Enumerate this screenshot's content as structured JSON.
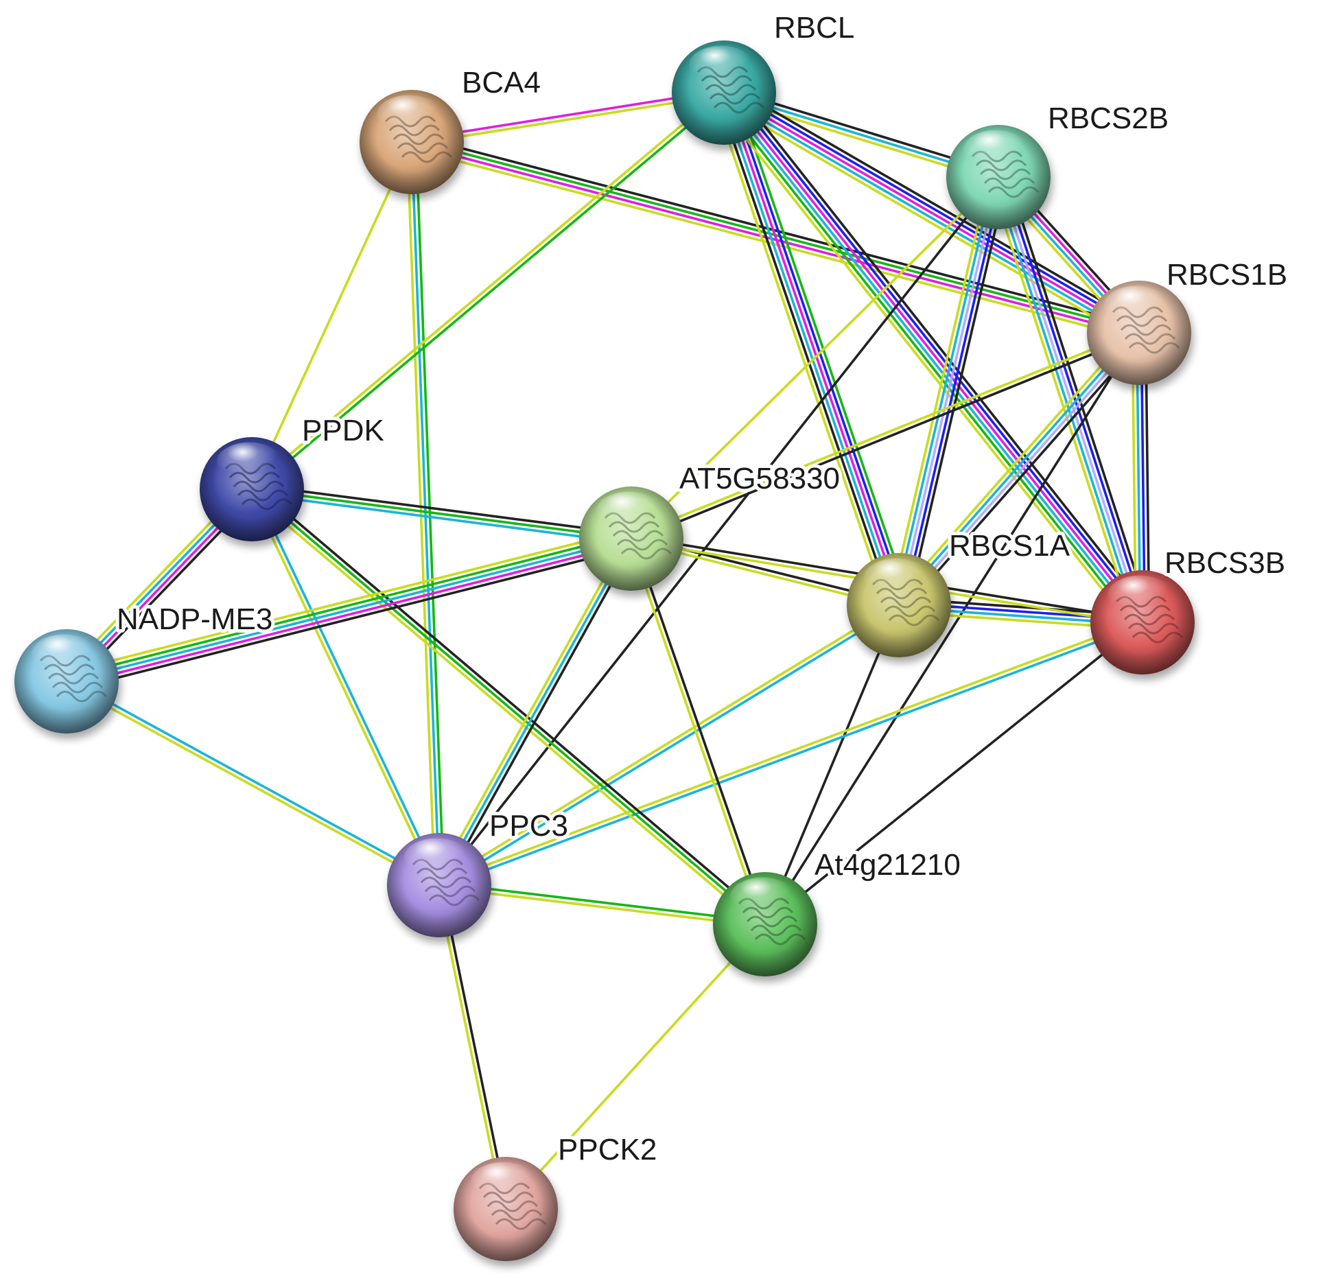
{
  "edge_colors": {
    "coexpression": "#222222",
    "textmining": "#c8dc1e",
    "database": "#1ab5d6",
    "neighborhood": "#14b814",
    "experiments": "#e11ee1",
    "gene_fusion": "#1e1ef0",
    "homology": "#a6a6ff"
  },
  "nodes": [
    {
      "id": "RBCL",
      "label": "RBCL",
      "color": "#3aa9a4"
    },
    {
      "id": "BCA4",
      "label": "BCA4",
      "color": "#d9a77a"
    },
    {
      "id": "RBCS2B",
      "label": "RBCS2B",
      "color": "#7fd8b4"
    },
    {
      "id": "RBCS1B",
      "label": "RBCS1B",
      "color": "#e7c2a9"
    },
    {
      "id": "PPDK",
      "label": "PPDK",
      "color": "#3f4aa8"
    },
    {
      "id": "AT5G58330",
      "label": "AT5G58330",
      "color": "#b7de95"
    },
    {
      "id": "RBCS1A",
      "label": "RBCS1A",
      "color": "#c9c66e"
    },
    {
      "id": "RBCS3B",
      "label": "RBCS3B",
      "color": "#dc5a5a"
    },
    {
      "id": "NADP-ME3",
      "label": "NADP-ME3",
      "color": "#86c8e3"
    },
    {
      "id": "PPC3",
      "label": "PPC3",
      "color": "#a58fe0"
    },
    {
      "id": "At4g21210",
      "label": "At4g21210",
      "color": "#5cbf5c"
    },
    {
      "id": "PPCK2",
      "label": "PPCK2",
      "color": "#e2a6a0"
    }
  ],
  "edges": [
    {
      "source": "BCA4",
      "target": "RBCL",
      "types": [
        "experiments",
        "textmining"
      ]
    },
    {
      "source": "BCA4",
      "target": "RBCS1B",
      "types": [
        "coexpression",
        "neighborhood",
        "experiments",
        "textmining"
      ]
    },
    {
      "source": "BCA4",
      "target": "PPDK",
      "types": [
        "textmining"
      ]
    },
    {
      "source": "BCA4",
      "target": "PPC3",
      "types": [
        "neighborhood",
        "database",
        "textmining"
      ]
    },
    {
      "source": "RBCL",
      "target": "RBCS2B",
      "types": [
        "coexpression",
        "database",
        "textmining"
      ]
    },
    {
      "source": "RBCL",
      "target": "RBCS1B",
      "types": [
        "coexpression",
        "gene_fusion",
        "experiments",
        "database",
        "textmining"
      ]
    },
    {
      "source": "RBCL",
      "target": "RBCS1A",
      "types": [
        "neighborhood",
        "gene_fusion",
        "experiments",
        "database",
        "coexpression",
        "textmining"
      ]
    },
    {
      "source": "RBCL",
      "target": "RBCS3B",
      "types": [
        "coexpression",
        "gene_fusion",
        "experiments",
        "database",
        "neighborhood",
        "textmining"
      ]
    },
    {
      "source": "RBCL",
      "target": "PPDK",
      "types": [
        "neighborhood",
        "textmining"
      ]
    },
    {
      "source": "RBCS2B",
      "target": "RBCS1B",
      "types": [
        "coexpression",
        "experiments",
        "database",
        "textmining"
      ]
    },
    {
      "source": "RBCS2B",
      "target": "RBCS1A",
      "types": [
        "coexpression",
        "gene_fusion",
        "homology",
        "database",
        "textmining"
      ]
    },
    {
      "source": "RBCS2B",
      "target": "RBCS3B",
      "types": [
        "coexpression",
        "gene_fusion",
        "homology",
        "database",
        "textmining"
      ]
    },
    {
      "source": "RBCS2B",
      "target": "AT5G58330",
      "types": [
        "textmining"
      ]
    },
    {
      "source": "RBCS2B",
      "target": "PPC3",
      "types": [
        "coexpression"
      ]
    },
    {
      "source": "RBCS1B",
      "target": "RBCS1A",
      "types": [
        "coexpression",
        "homology",
        "database",
        "textmining"
      ]
    },
    {
      "source": "RBCS1B",
      "target": "RBCS3B",
      "types": [
        "coexpression",
        "gene_fusion",
        "database",
        "textmining"
      ]
    },
    {
      "source": "RBCS1B",
      "target": "AT5G58330",
      "types": [
        "coexpression",
        "textmining"
      ]
    },
    {
      "source": "RBCS1B",
      "target": "At4g21210",
      "types": [
        "coexpression"
      ]
    },
    {
      "source": "RBCS1A",
      "target": "RBCS3B",
      "types": [
        "coexpression",
        "gene_fusion",
        "database",
        "textmining"
      ]
    },
    {
      "source": "RBCS1A",
      "target": "PPC3",
      "types": [
        "database",
        "textmining"
      ]
    },
    {
      "source": "RBCS1A",
      "target": "At4g21210",
      "types": [
        "coexpression"
      ]
    },
    {
      "source": "RBCS3B",
      "target": "PPC3",
      "types": [
        "database",
        "textmining"
      ]
    },
    {
      "source": "RBCS3B",
      "target": "At4g21210",
      "types": [
        "coexpression"
      ]
    },
    {
      "source": "AT5G58330",
      "target": "RBCS1A",
      "types": [
        "coexpression",
        "textmining"
      ]
    },
    {
      "source": "AT5G58330",
      "target": "RBCS3B",
      "types": [
        "coexpression",
        "textmining"
      ]
    },
    {
      "source": "PPDK",
      "target": "AT5G58330",
      "types": [
        "coexpression",
        "neighborhood",
        "database"
      ]
    },
    {
      "source": "PPDK",
      "target": "NADP-ME3",
      "types": [
        "coexpression",
        "experiments",
        "database",
        "textmining"
      ]
    },
    {
      "source": "PPDK",
      "target": "PPC3",
      "types": [
        "database",
        "textmining"
      ]
    },
    {
      "source": "PPDK",
      "target": "At4g21210",
      "types": [
        "coexpression",
        "neighborhood",
        "textmining"
      ]
    },
    {
      "source": "AT5G58330",
      "target": "NADP-ME3",
      "types": [
        "coexpression",
        "experiments",
        "database",
        "neighborhood",
        "textmining"
      ]
    },
    {
      "source": "AT5G58330",
      "target": "PPC3",
      "types": [
        "coexpression",
        "database",
        "textmining"
      ]
    },
    {
      "source": "AT5G58330",
      "target": "At4g21210",
      "types": [
        "coexpression",
        "textmining"
      ]
    },
    {
      "source": "NADP-ME3",
      "target": "PPC3",
      "types": [
        "database",
        "textmining"
      ]
    },
    {
      "source": "PPC3",
      "target": "At4g21210",
      "types": [
        "neighborhood",
        "textmining"
      ]
    },
    {
      "source": "PPC3",
      "target": "PPCK2",
      "types": [
        "coexpression",
        "textmining"
      ]
    },
    {
      "source": "At4g21210",
      "target": "PPCK2",
      "types": [
        "textmining"
      ]
    }
  ]
}
